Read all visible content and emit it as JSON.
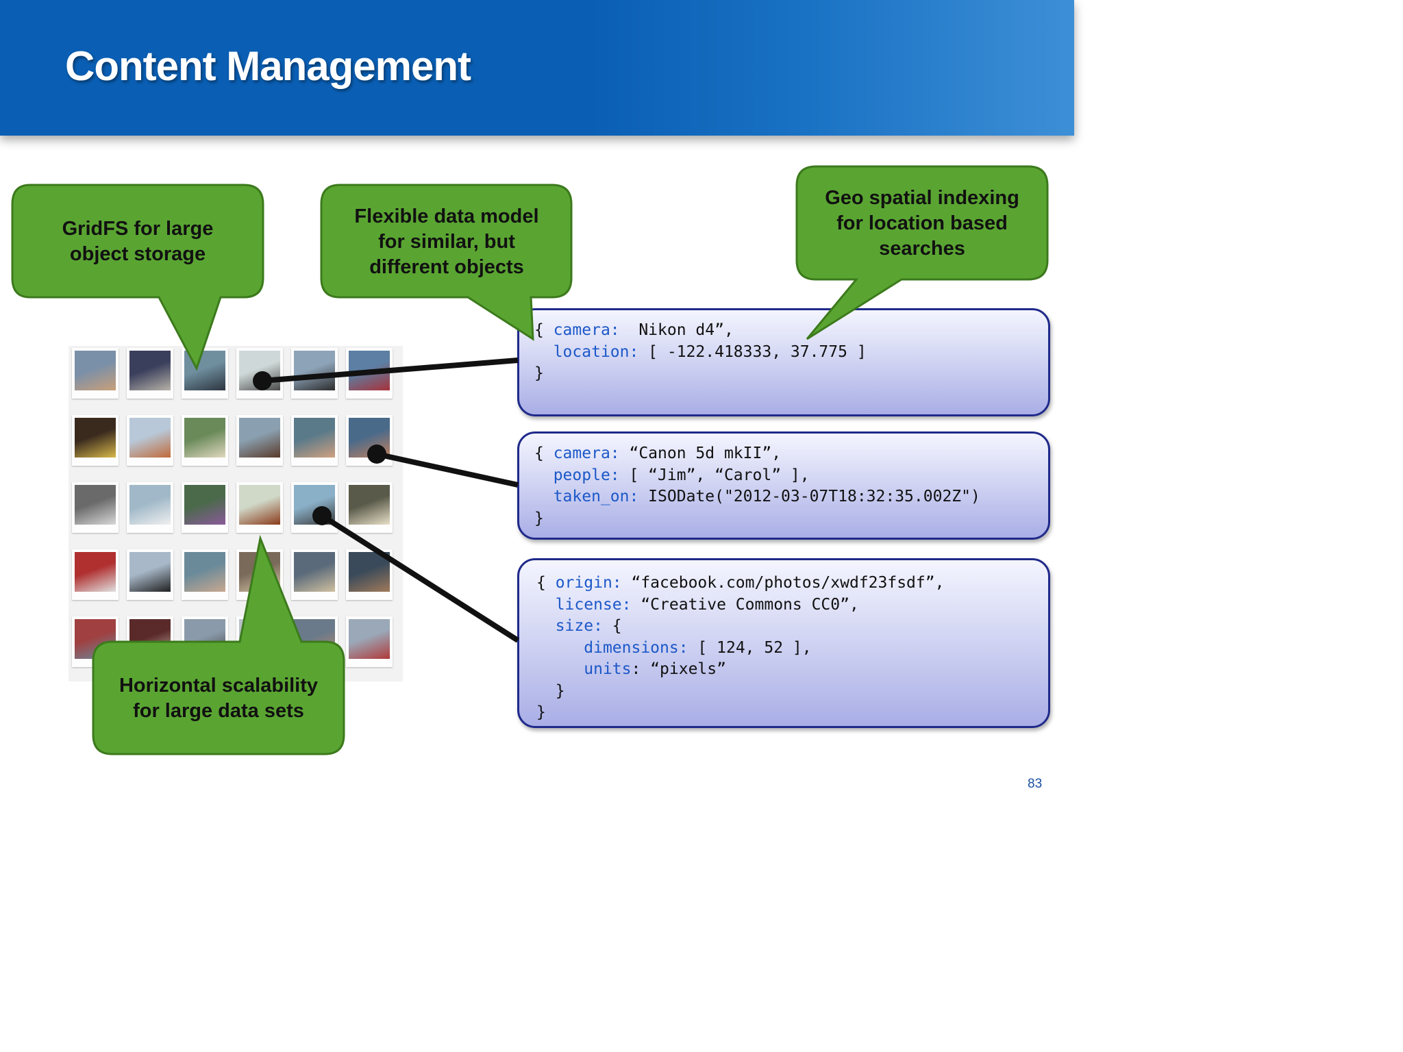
{
  "slide": {
    "title": "Content Management",
    "page_number": "83"
  },
  "callouts": {
    "gridfs": {
      "line1": "GridFS for large",
      "line2": "object storage"
    },
    "flexible": {
      "line1": "Flexible data model",
      "line2": "for similar, but",
      "line3": "different objects"
    },
    "geo": {
      "line1": "Geo spatial indexing",
      "line2": "for location based",
      "line3": "searches"
    },
    "horizontal": {
      "line1": "Horizontal scalability",
      "line2": "for large data sets"
    }
  },
  "doc1": {
    "open": "{ ",
    "camera_key": "camera:",
    "camera_val": "  Nikon d4”,",
    "location_key": "location:",
    "location_val": " [ -122.418333, 37.775 ]",
    "close": "}"
  },
  "doc2": {
    "open": "{ ",
    "camera_key": "camera:",
    "camera_val": " “Canon 5d mkII”,",
    "people_key": "people:",
    "people_val": " [ “Jim”, “Carol” ],",
    "taken_key": "taken_on:",
    "taken_val": " ISODate(\"2012-03-07T18:32:35.002Z\")",
    "close": "}"
  },
  "doc3": {
    "open": "{ ",
    "origin_key": "origin:",
    "origin_val": " “facebook.com/photos/xwdf23fsdf”,",
    "license_key": "license:",
    "license_val": " “Creative Commons CC0”,",
    "size_key": "size:",
    "size_val": " {",
    "dimensions_key": "dimensions:",
    "dimensions_val": " [ 124, 52 ],",
    "units_key": "units",
    "units_val": ": “pixels”",
    "inner_close": "}",
    "close": "}"
  },
  "colors": {
    "header_blue": "#0a5fb4",
    "callout_green": "#5aa532",
    "callout_border": "#3c7a1c",
    "code_key_blue": "#1c58c8",
    "box_border": "#1f2a8a"
  },
  "icons": {
    "connector": "connector-dot"
  }
}
